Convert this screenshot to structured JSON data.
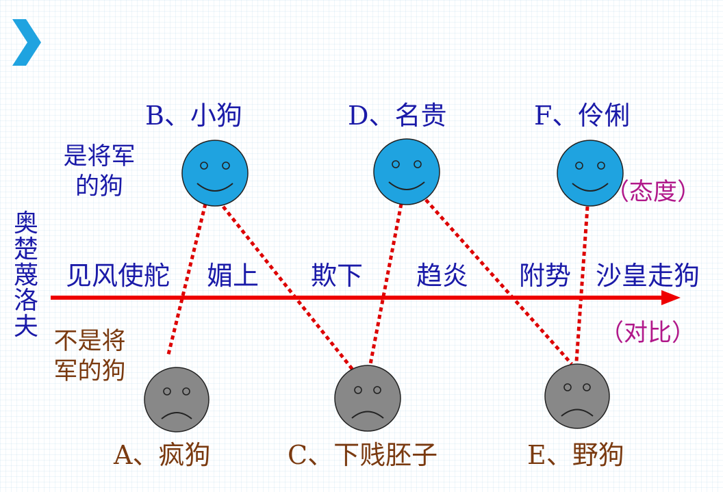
{
  "colors": {
    "bg": "#ffffff",
    "accent": "#1fa3e0",
    "axis": "#ee0000",
    "dotted": "#dd0000",
    "happy_face": "#1fa3e0",
    "sad_face": "#888888",
    "label_navy": "#1a1aa8",
    "label_brown": "#7a3a10",
    "label_magenta": "#b0188a"
  },
  "icons": {
    "slide_marker": "chevron-right-icon",
    "happy": "smiley-face-icon",
    "sad": "frowny-face-icon"
  },
  "top_labels": {
    "b": "B、小狗",
    "d": "D、名贵",
    "f": "F、伶俐"
  },
  "bottom_labels": {
    "a": "A、疯狗",
    "c": "C、下贱胚子",
    "e": "E、野狗"
  },
  "group_labels": {
    "general_dog": "是将军的狗",
    "not_general_dog": "不是将军的狗"
  },
  "axis_title_vertical": [
    "奥",
    "楚",
    "蔑",
    "洛",
    "夫"
  ],
  "axis_words": [
    "见风使舵",
    "媚上",
    "欺下",
    "趋炎",
    "附势",
    "沙皇走狗"
  ],
  "notes": {
    "attitude": "（态度）",
    "contrast": "（对比）"
  }
}
